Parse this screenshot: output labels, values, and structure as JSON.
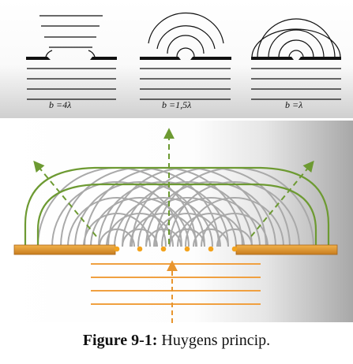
{
  "top_panel": {
    "labels": [
      "b =4λ",
      "b =1,5λ",
      "b =λ"
    ]
  },
  "caption": {
    "number": "Figure 9-1:",
    "text": "Huygens princip."
  },
  "colors": {
    "wave_green": "#6d9a32",
    "huygens_gray": "#a9a9a9",
    "slit_orange": "#e09a33",
    "wave_orange": "#f0a040",
    "black_lines": "#111111"
  }
}
